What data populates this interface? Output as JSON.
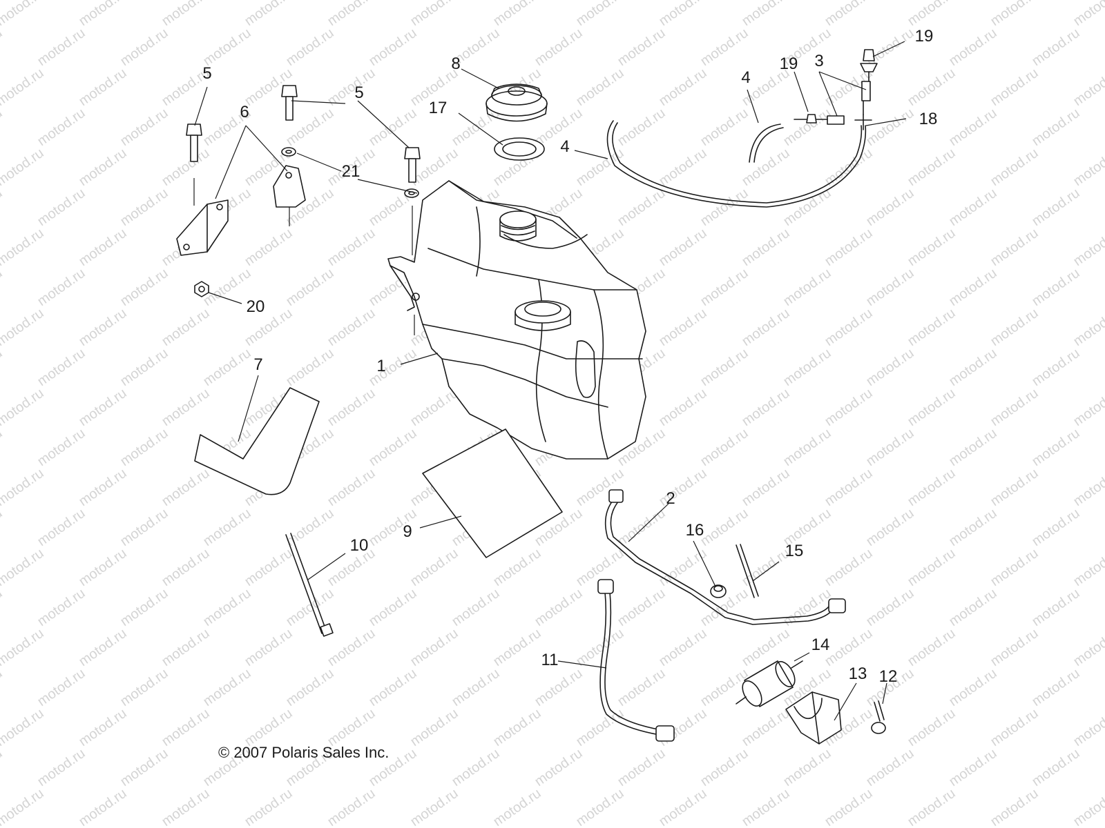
{
  "watermark": "motod.ru",
  "copyright": "© 2007 Polaris Sales Inc.",
  "callouts": {
    "c1": "1",
    "c2": "2",
    "c3": "3",
    "c4a": "4",
    "c4b": "4",
    "c5a": "5",
    "c5b": "5",
    "c6": "6",
    "c7": "7",
    "c8": "8",
    "c9": "9",
    "c10": "10",
    "c11": "11",
    "c12": "12",
    "c13": "13",
    "c14": "14",
    "c15": "15",
    "c16": "16",
    "c17": "17",
    "c18": "18",
    "c19a": "19",
    "c19b": "19",
    "c20": "20",
    "c21": "21"
  },
  "colors": {
    "line": "#1a1a1a",
    "watermark": "#d4d4d4",
    "background": "#ffffff"
  }
}
